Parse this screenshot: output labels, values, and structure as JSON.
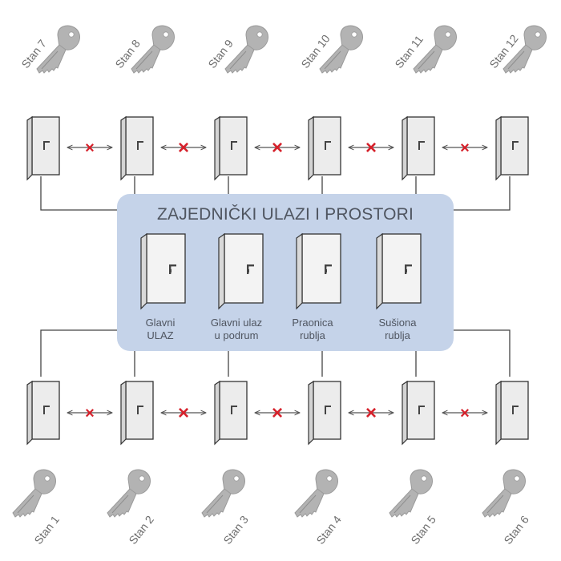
{
  "title": "ZAJEDNIČKI ULAZI I PROSTORI",
  "apartments_top": [
    "Stan 7",
    "Stan 8",
    "Stan 9",
    "Stan 10",
    "Stan 11",
    "Stan 12"
  ],
  "apartments_bottom": [
    "Stan 1",
    "Stan 2",
    "Stan 3",
    "Stan 4",
    "Stan 5",
    "Stan 6"
  ],
  "common_rooms": [
    {
      "line1": "Glavni",
      "line2": "ULAZ"
    },
    {
      "line1": "Glavni ulaz",
      "line2": "u podrum"
    },
    {
      "line1": "Praonica",
      "line2": "rublja"
    },
    {
      "line1": "Sušiona",
      "line2": "rublja"
    }
  ],
  "blocked_marker": "×",
  "colors": {
    "common_area": "#c5d3e9",
    "blocked": "#d6212b",
    "key": "#b3b3b3",
    "line": "#444444",
    "label": "#6e6e6e"
  }
}
